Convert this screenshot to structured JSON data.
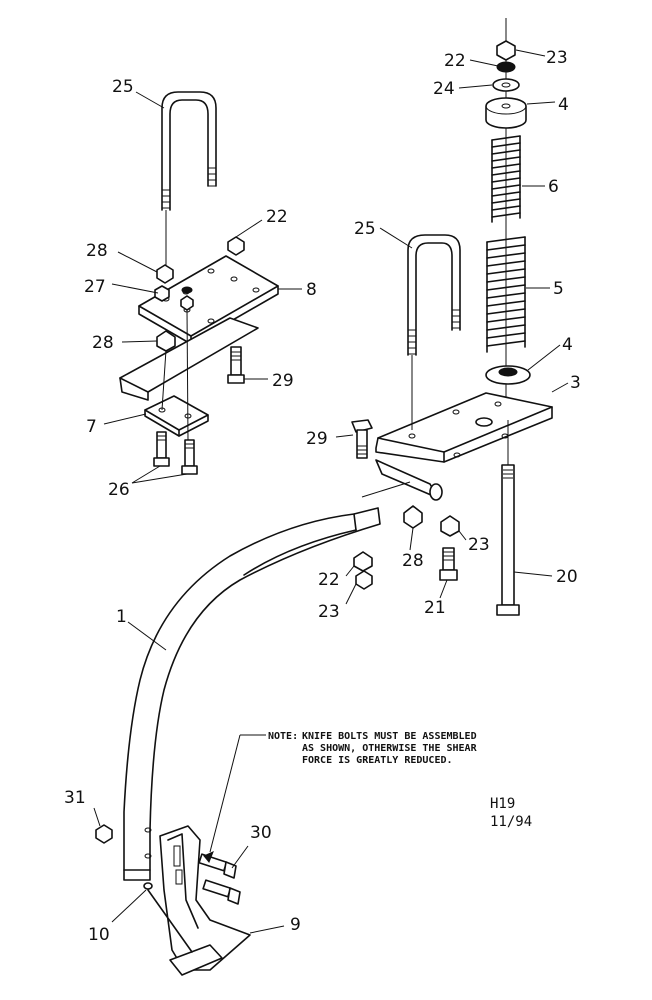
{
  "callouts": {
    "c23_top": "23",
    "c22_top": "22",
    "c24": "24",
    "c4_top": "4",
    "c6": "6",
    "c5": "5",
    "c4_mid": "4",
    "c3": "3",
    "c25_left": "25",
    "c22_left": "22",
    "c28_a": "28",
    "c27": "27",
    "c8": "8",
    "c28_b": "28",
    "c29_left": "29",
    "c7": "7",
    "c26": "26",
    "c25_right": "25",
    "c29_right": "29",
    "c28_c": "28",
    "c23_mid": "23",
    "c22_mid": "22",
    "c23_low": "23",
    "c21": "21",
    "c20": "20",
    "c1": "1",
    "c31": "31",
    "c30": "30",
    "c10": "10",
    "c9": "9"
  },
  "note": {
    "prefix": "NOTE:",
    "line1": "KNIFE BOLTS MUST BE ASSEMBLED",
    "line2": "AS SHOWN, OTHERWISE THE SHEAR",
    "line3": "FORCE IS GREATLY REDUCED."
  },
  "drawing_code": {
    "line1": "H19",
    "line2": "11/94"
  }
}
